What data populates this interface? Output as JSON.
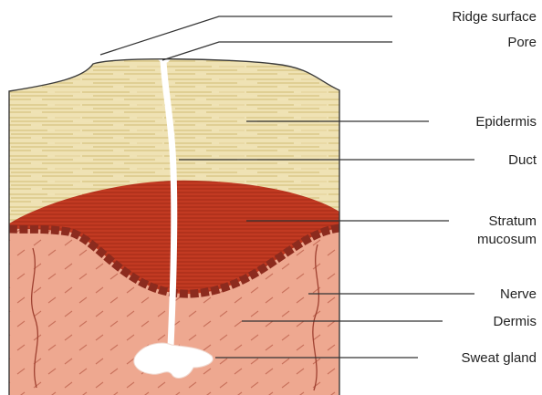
{
  "labels": {
    "ridge_surface": "Ridge surface",
    "pore": "Pore",
    "epidermis": "Epidermis",
    "duct": "Duct",
    "stratum_line1": "Stratum",
    "stratum_line2": "mucosum",
    "nerve": "Nerve",
    "dermis": "Dermis",
    "sweat_gland": "Sweat gland"
  },
  "colors": {
    "epidermis": "#efe2b4",
    "epidermis_streak": "#dcc98a",
    "stratum_mucosum": "#c23a22",
    "stratum_stripe": "#a32a17",
    "dermis": "#eea890",
    "dermis_dash": "#c9725c",
    "nerve": "#9e4030",
    "basal_cells": "#8c2b1e",
    "duct": "#ffffff",
    "outline": "#3c3c3c",
    "leader": "#333333"
  }
}
